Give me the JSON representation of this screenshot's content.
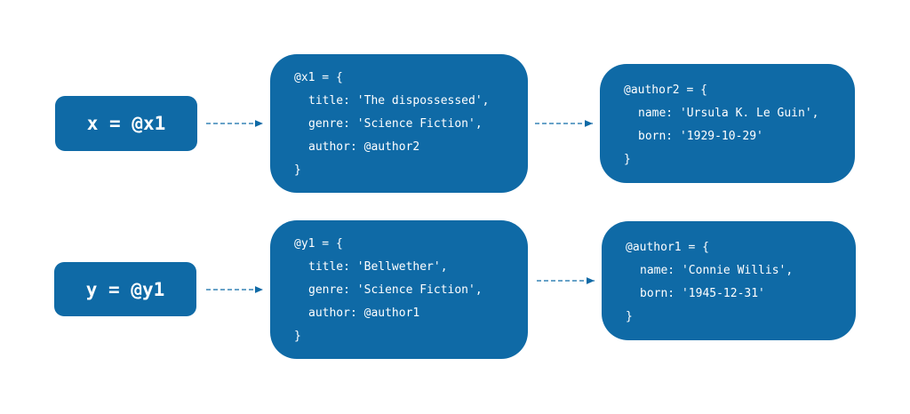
{
  "colors": {
    "box_fill": "#0f6aa6",
    "text": "#ffffff",
    "arrow": "#0f6aa6"
  },
  "vars": [
    {
      "label": "x = @x1"
    },
    {
      "label": "y = @y1"
    }
  ],
  "books": [
    {
      "open": "@x1 = {",
      "lines": [
        "title: 'The dispossessed',",
        "genre: 'Science Fiction',",
        "author: @author2"
      ],
      "close": "}"
    },
    {
      "open": "@y1 = {",
      "lines": [
        "title: 'Bellwether',",
        "genre: 'Science Fiction',",
        "author: @author1"
      ],
      "close": "}"
    }
  ],
  "authors": [
    {
      "open": "@author2 = {",
      "lines": [
        "name: 'Ursula K. Le Guin',",
        "born: '1929-10-29'"
      ],
      "close": "}"
    },
    {
      "open": "@author1 = {",
      "lines": [
        "name: 'Connie Willis',",
        "born: '1945-12-31'"
      ],
      "close": "}"
    }
  ]
}
